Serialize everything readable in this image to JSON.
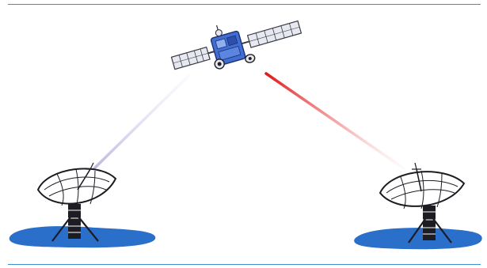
{
  "diagram": {
    "description_nodes": [
      "satellite",
      "ground-station-left",
      "ground-station-right"
    ],
    "links": [
      {
        "from": "ground-station-left",
        "to": "satellite",
        "kind": "uplink"
      },
      {
        "from": "satellite",
        "to": "ground-station-right",
        "kind": "downlink"
      }
    ]
  },
  "colors": {
    "rule": "#3d8fd0",
    "ground": "#2a6fc9",
    "uplink_beam": "#c9c6e8",
    "downlink_beam": "#e02424",
    "satellite_body": "#3f6fd6",
    "solar_panel": "#e4e7ef"
  }
}
